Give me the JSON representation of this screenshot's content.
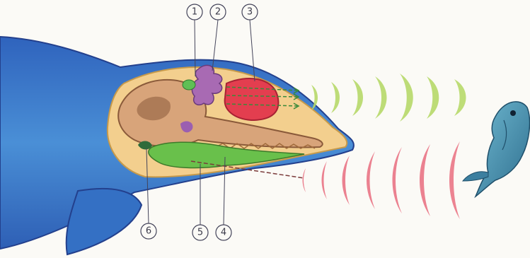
{
  "callouts": [
    {
      "id": "1",
      "label": "1"
    },
    {
      "id": "2",
      "label": "2"
    },
    {
      "id": "3",
      "label": "3"
    },
    {
      "id": "4",
      "label": "4"
    },
    {
      "id": "5",
      "label": "5"
    },
    {
      "id": "6",
      "label": "6"
    }
  ],
  "colors": {
    "paper": "#fbfaf6",
    "dolphin_skin": "#3f7fce",
    "melon": "#e33e4f",
    "phonic_lips": "#b57ab8",
    "jaw_fat": "#69c04b",
    "outgoing_clicks": "#b7d96a",
    "returning_echo": "#e96d7f",
    "fish": "#4b95b3"
  }
}
